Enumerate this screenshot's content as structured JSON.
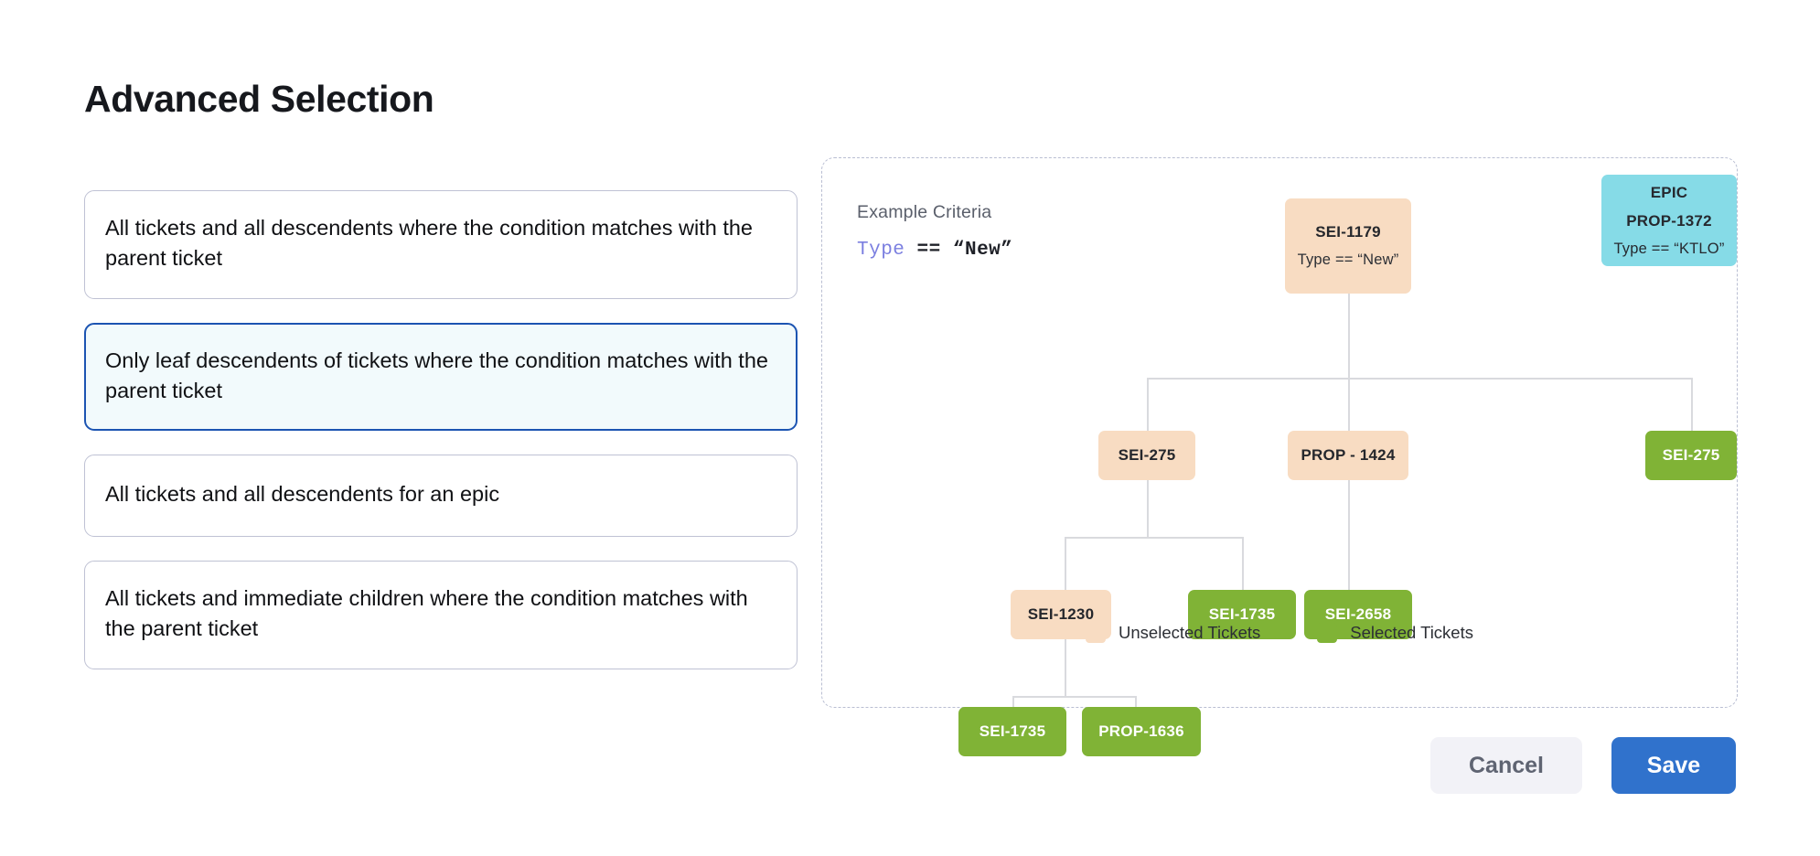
{
  "page": {
    "title": "Advanced Selection"
  },
  "options": [
    {
      "id": "all-descendents-condition",
      "label": "All tickets and all descendents where the condition matches with the parent ticket",
      "selected": false
    },
    {
      "id": "only-leaf-descendents-condition",
      "label": "Only leaf descendents of tickets where the condition matches with the parent ticket",
      "selected": true
    },
    {
      "id": "all-descendents-epic",
      "label": "All tickets and all descendents for an epic",
      "selected": false
    },
    {
      "id": "immediate-children-condition",
      "label": "All tickets and immediate children where the condition matches with the parent ticket",
      "selected": false
    }
  ],
  "diagram": {
    "criteria_label": "Example Criteria",
    "criteria_field": "Type",
    "criteria_operator": "==",
    "criteria_value": "“New”",
    "nodes": {
      "root": {
        "label": "SEI-1179",
        "sub": "Type == “New”",
        "state": "unselected"
      },
      "epic": {
        "title": "EPIC",
        "label": "PROP-1372",
        "sub": "Type == “KTLO”",
        "state": "epic"
      },
      "r2c1": {
        "label": "SEI-275",
        "state": "unselected"
      },
      "r2c2": {
        "label": "PROP - 1424",
        "state": "unselected"
      },
      "r2c3": {
        "label": "SEI-275",
        "state": "selected"
      },
      "r3c1": {
        "label": "SEI-1230",
        "state": "unselected"
      },
      "r3c2": {
        "label": "SEI-1735",
        "state": "selected"
      },
      "r3c3": {
        "label": "SEI-2658",
        "state": "selected"
      },
      "r4c1": {
        "label": "SEI-1735",
        "state": "selected"
      },
      "r4c2": {
        "label": "PROP-1636",
        "state": "selected"
      }
    },
    "legend": [
      {
        "label": "Unselected Tickets",
        "color": "#f8dcc2"
      },
      {
        "label": "Selected Tickets",
        "color": "#80b336"
      }
    ]
  },
  "footer": {
    "cancel_label": "Cancel",
    "save_label": "Save"
  },
  "colors": {
    "unselected": "#f8dcc2",
    "selected": "#80b336",
    "epic": "#86dbe7",
    "accent": "#3072cc",
    "selected_card_border": "#1c54b2",
    "selected_card_bg": "#f2fafc",
    "connector": "#d9dade",
    "panel_border": "#b9bed2"
  }
}
